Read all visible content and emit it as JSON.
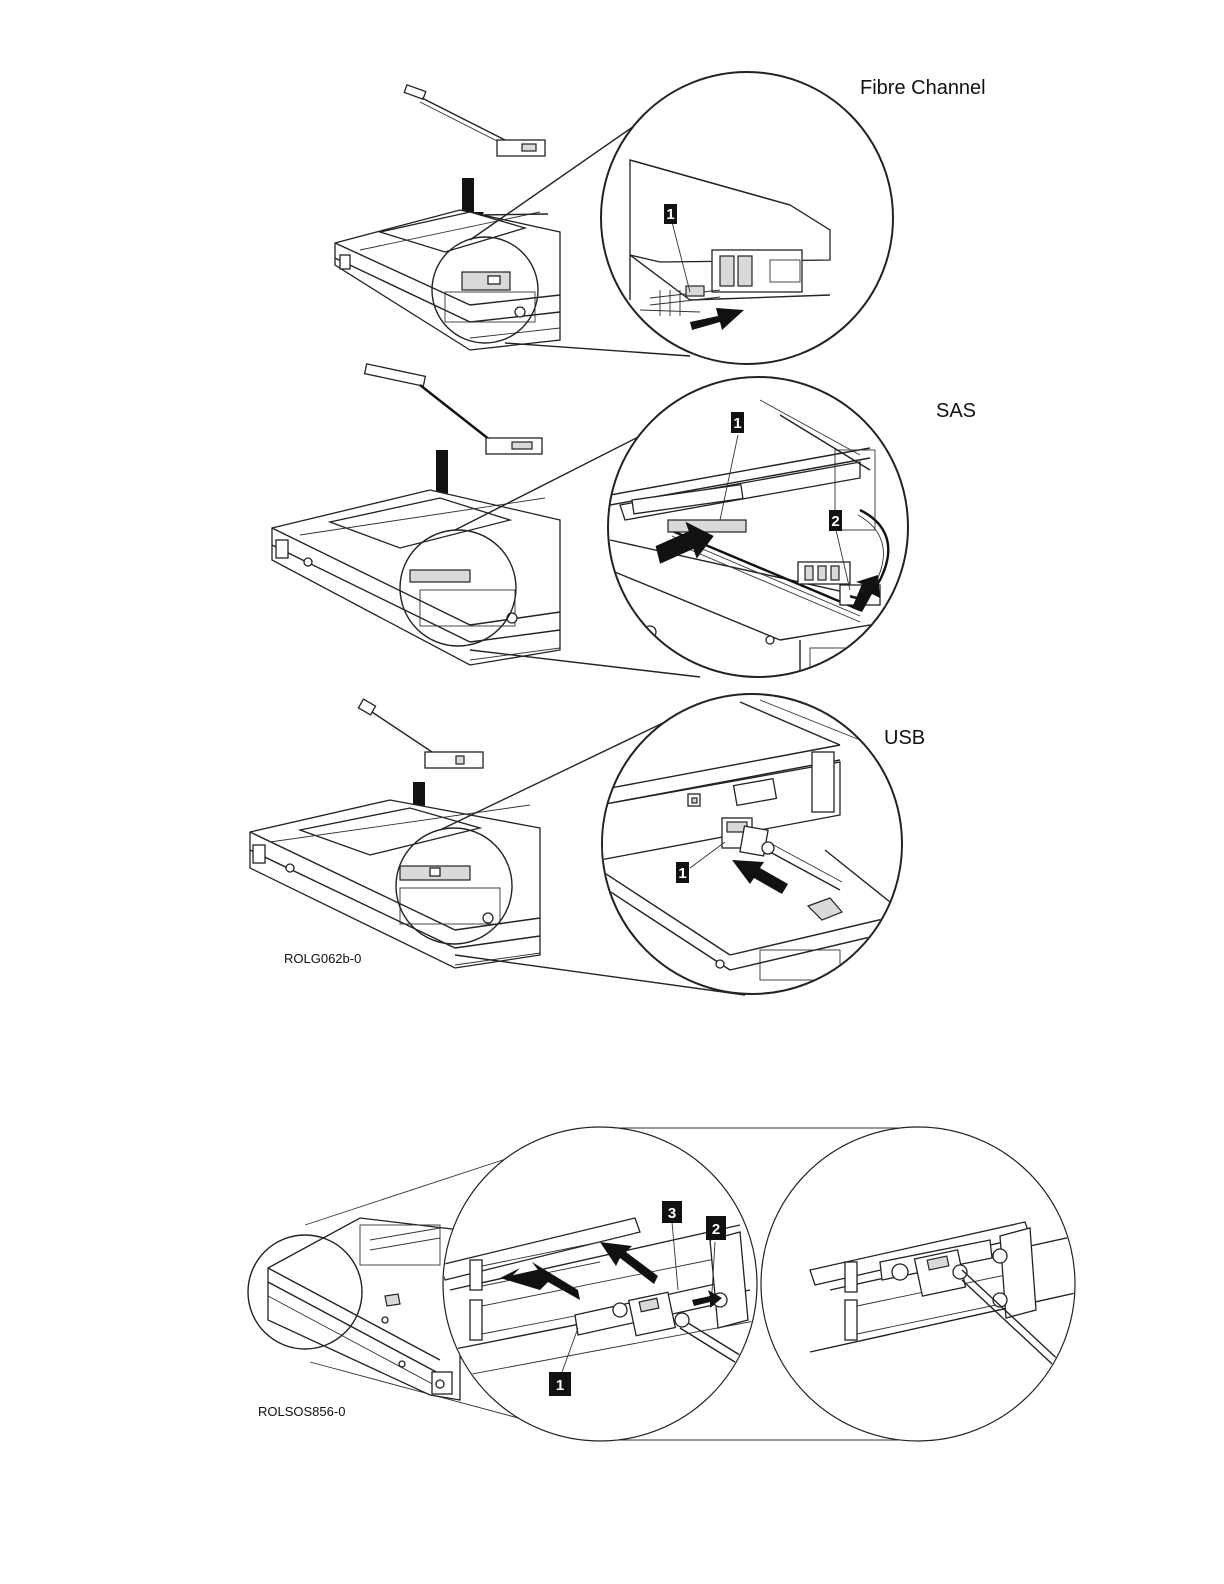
{
  "sections": {
    "fibre_channel": {
      "title": "Fibre Channel",
      "callouts": [
        "1"
      ]
    },
    "sas": {
      "title": "SAS",
      "callouts": [
        "1",
        "2"
      ]
    },
    "usb": {
      "title": "USB",
      "callouts": [
        "1"
      ]
    }
  },
  "figure_ids": {
    "top": "ROLG062b-0",
    "bottom": "ROLSOS856-0"
  },
  "bottom_figure": {
    "callouts": [
      "3",
      "2",
      "1"
    ]
  },
  "colors": {
    "ink": "#111111",
    "background": "#ffffff",
    "shade": "#d9d9d9"
  }
}
